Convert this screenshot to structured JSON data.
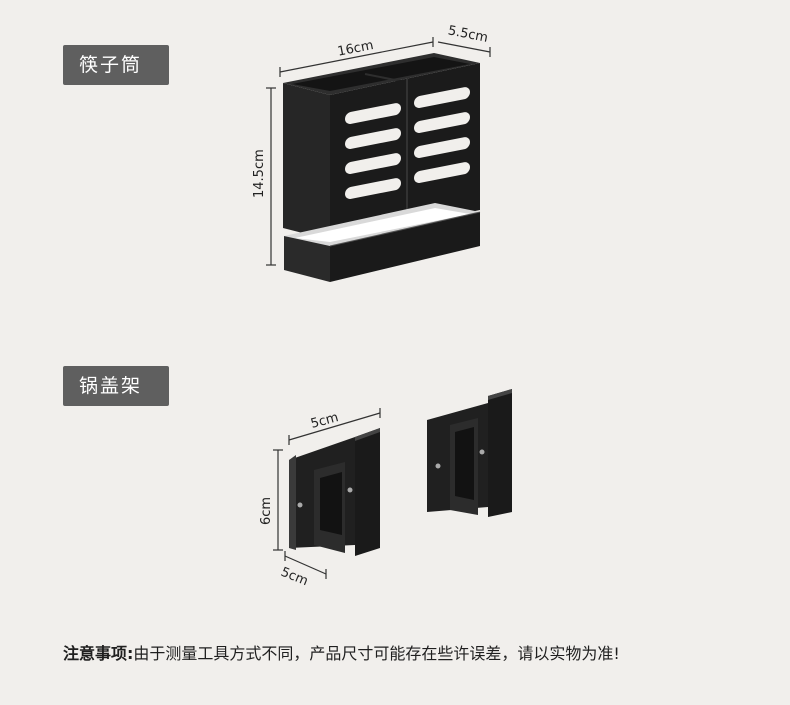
{
  "sections": {
    "chopsticks": {
      "tag": "筷子筒",
      "width": "16cm",
      "depth": "5.5cm",
      "height": "14.5cm"
    },
    "lid_rack": {
      "tag": "锅盖架",
      "width": "5cm",
      "height": "6cm",
      "depth": "5cm"
    }
  },
  "note": {
    "label": "注意事项:",
    "text": "由于测量工具方式不同，产品尺寸可能存在些许误差，请以实物为准!"
  },
  "colors": {
    "background": "#f1efec",
    "tag": "#5f5f5f",
    "product": "#1c1c1c"
  }
}
